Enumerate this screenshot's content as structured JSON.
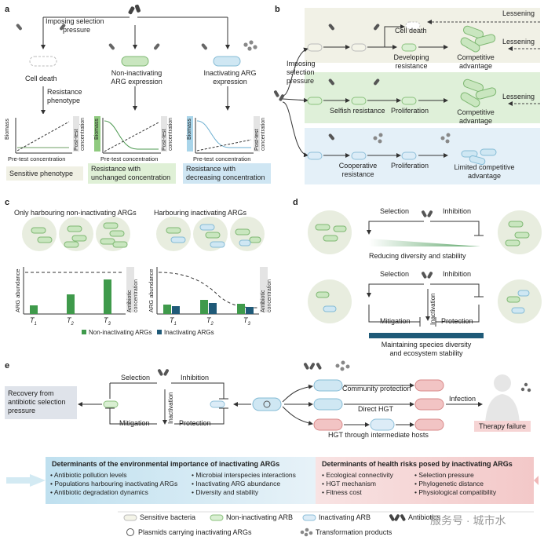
{
  "panels": {
    "a": "a",
    "b": "b",
    "c": "c",
    "d": "d",
    "e": "e"
  },
  "panel_a": {
    "imposing": "Imposing selection",
    "pressure": "pressure",
    "cell_death": "Cell death",
    "non_inact_1": "Non-inactivating",
    "non_inact_2": "ARG expression",
    "inact_1": "Inactivating ARG",
    "inact_2": "expression",
    "resist_1": "Resistance",
    "resist_2": "phenotype",
    "biomass": "Biomass",
    "post_test_1": "Post-test",
    "post_test_2": "concentration",
    "pre_test": "Pre-test concentration",
    "sensitive": "Sensitive phenotype",
    "unchanged_1": "Resistance with",
    "unchanged_2": "unchanged concentration",
    "decreasing_1": "Resistance with",
    "decreasing_2": "decreasing concentration"
  },
  "panel_b": {
    "lessening": "Lessening",
    "imposing_1": "Imposing",
    "imposing_2": "selection",
    "imposing_3": "pressure",
    "cell_death": "Cell death",
    "developing_1": "Developing",
    "developing_2": "resistance",
    "competitive_1": "Competitive",
    "competitive_2": "advantage",
    "selfish": "Selfish resistance",
    "proliferation": "Proliferation",
    "cooperative_1": "Cooperative",
    "cooperative_2": "resistance",
    "limited_1": "Limited competitive",
    "limited_2": "advantage"
  },
  "panel_c": {
    "only_non": "Only harbouring non-inactivating ARGs",
    "harbouring": "Harbouring inactivating ARGs",
    "arg_abundance": "ARG abundance",
    "antibiotic_1": "Antibiotic",
    "antibiotic_2": "concentration",
    "t1": "T",
    "t1s": "1",
    "t2": "T",
    "t2s": "2",
    "t3": "T",
    "t3s": "3",
    "legend_non": "Non-inactivating ARGs",
    "legend_inact": "Inactivating ARGs"
  },
  "panel_d": {
    "selection": "Selection",
    "inhibition": "Inhibition",
    "reducing": "Reducing diversity and stability",
    "inactivation": "Inactivation",
    "mitigation": "Mitigation",
    "protection": "Protection",
    "maintaining_1": "Maintaining species diversity",
    "maintaining_2": "and ecosystem stability"
  },
  "panel_e": {
    "recovery_1": "Recovery from",
    "recovery_2": "antibiotic selection",
    "recovery_3": "pressure",
    "selection": "Selection",
    "inhibition": "Inhibition",
    "inactivation": "Inactivation",
    "mitigation": "Mitigation",
    "protection": "Protection",
    "community": "Community protection",
    "direct_hgt": "Direct HGT",
    "hgt_intermediate": "HGT through intermediate hosts",
    "infection": "Infection",
    "therapy": "Therapy failure"
  },
  "determinants": {
    "env_title": "Determinants of the environmental importance of inactivating ARGs",
    "env_col1": [
      "Antibiotic pollution levels",
      "Populations harbouring inactivating ARGs",
      "Antibiotic degradation dynamics"
    ],
    "env_col2": [
      "Microbial interspecies interactions",
      "Inactivating ARG abundance",
      "Diversity and stability"
    ],
    "health_title": "Determinants of health risks posed by inactivating ARGs",
    "health_col1": [
      "Ecological connectivity",
      "HGT mechanism",
      "Fitness cost"
    ],
    "health_col2": [
      "Selection pressure",
      "Phylogenetic distance",
      "Physiological compatibility"
    ]
  },
  "legend": {
    "sensitive": "Sensitive bacteria",
    "non_inact": "Non-inactivating ARB",
    "inact": "Inactivating ARB",
    "antibiotics": "Antibiotics",
    "plasmids": "Plasmids carrying inactivating ARGs",
    "transformation": "Transformation products"
  },
  "watermark": "服务号 · 城市水",
  "colors": {
    "sensitive": "#e9ead8",
    "non_inactivating": "#8cc97e",
    "inactivating": "#a9d5ea",
    "non_bar": "#3f9a4b",
    "inact_bar": "#1f5a78",
    "env_bg": "#dcebf5",
    "health_bg": "#f6dcdc",
    "pink_cell": "#f2b8b8"
  }
}
